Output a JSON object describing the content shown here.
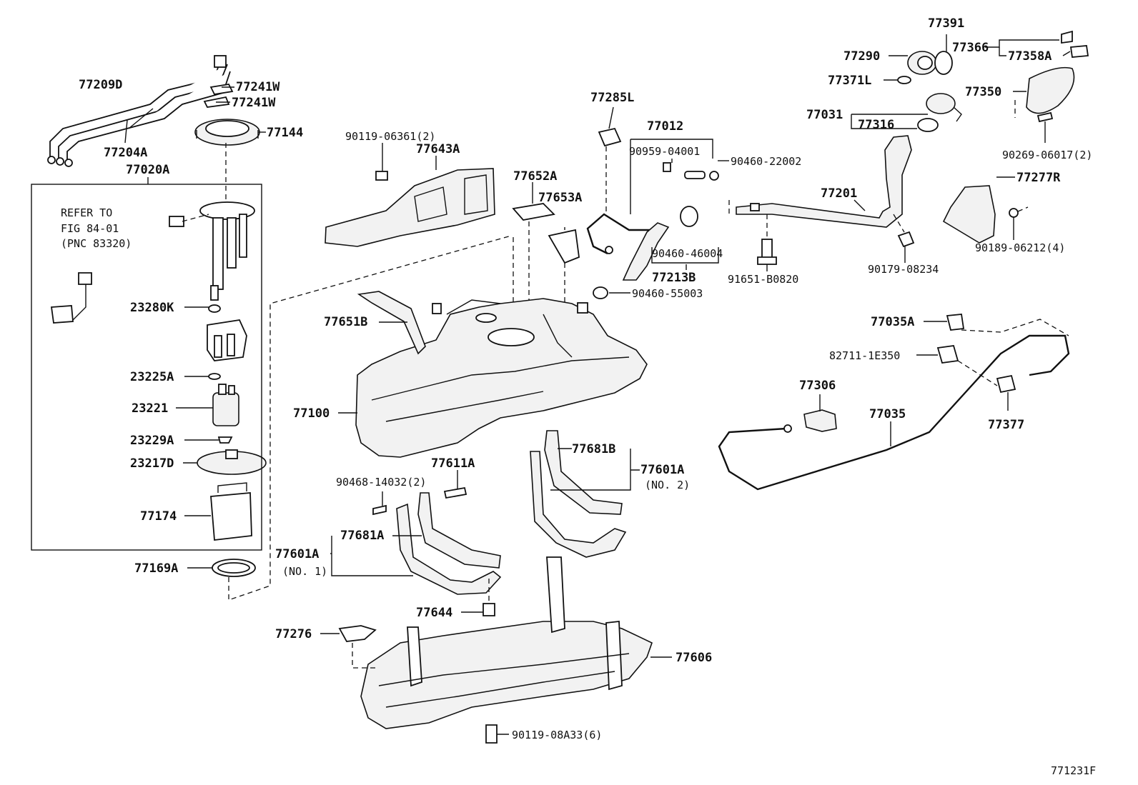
{
  "figure_code": "771231F",
  "refer_note": [
    "REFER TO",
    "FIG 84-01",
    "(PNC 83320)"
  ],
  "labels": {
    "p77209D": "77209D",
    "p77204A": "77204A",
    "p77020A": "77020A",
    "p77241W_a": "77241W",
    "p77241W_b": "77241W",
    "p77144": "77144",
    "p23280K": "23280K",
    "p23225A": "23225A",
    "p23221": "23221",
    "p23229A": "23229A",
    "p23217D": "23217D",
    "p77174": "77174",
    "p77169A": "77169A",
    "p90119_06361": "90119-06361(2)",
    "p77643A": "77643A",
    "p77652A": "77652A",
    "p77653A": "77653A",
    "p77285L": "77285L",
    "p77012": "77012",
    "p90959_04001": "90959-04001",
    "p90460_22002": "90460-22002",
    "p77201": "77201",
    "p90460_46004": "90460-46004",
    "p77213B": "77213B",
    "p91651_B0820": "91651-B0820",
    "p90460_55003": "90460-55003",
    "p77651B": "77651B",
    "p77100": "77100",
    "p77611A": "77611A",
    "p90468_14032": "90468-14032(2)",
    "p77681B": "77681B",
    "p77601A_2": "77601A",
    "p_no2": "(NO. 2)",
    "p77681A": "77681A",
    "p77601A_1": "77601A",
    "p_no1": "(NO. 1)",
    "p77644": "77644",
    "p77276": "77276",
    "p77606": "77606",
    "p90119_08A33": "90119-08A33(6)",
    "p77391": "77391",
    "p77290": "77290",
    "p77366": "77366",
    "p77358A": "77358A",
    "p77371L": "77371L",
    "p77350": "77350",
    "p77031": "77031",
    "p77316": "77316",
    "p90269_06017": "90269-06017(2)",
    "p77277R": "77277R",
    "p90189_06212": "90189-06212(4)",
    "p90179_08234": "90179-08234",
    "p77035A": "77035A",
    "p82711_1E350": "82711-1E350",
    "p77306": "77306",
    "p77035": "77035",
    "p77377": "77377"
  }
}
